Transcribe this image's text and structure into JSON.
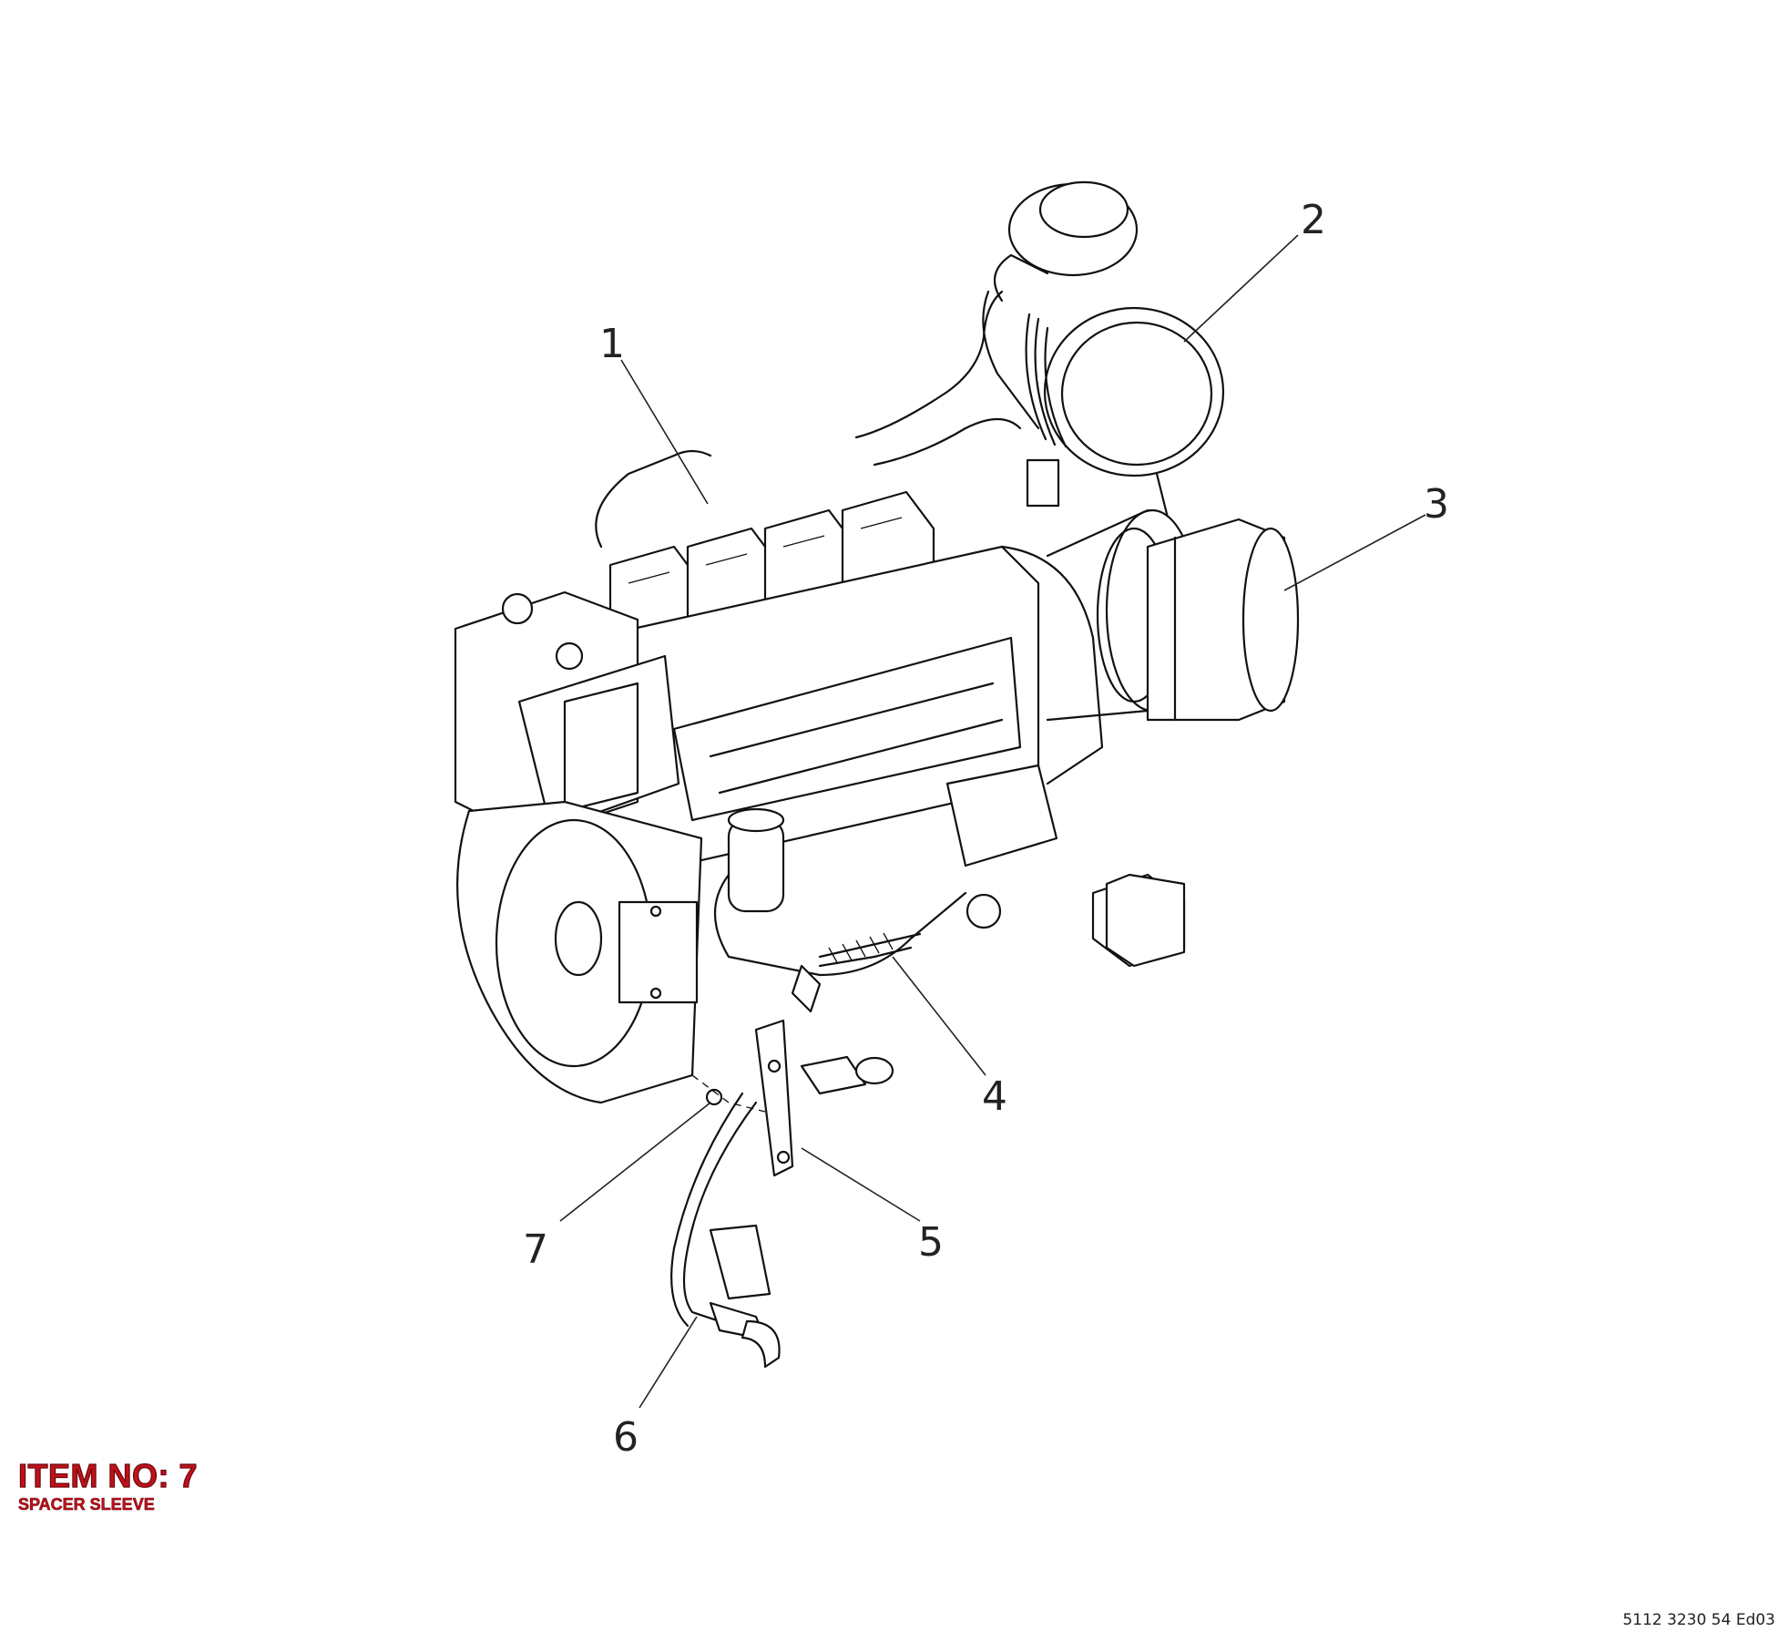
{
  "callouts": [
    {
      "id": "1",
      "label": "1"
    },
    {
      "id": "2",
      "label": "2"
    },
    {
      "id": "3",
      "label": "3"
    },
    {
      "id": "4",
      "label": "4"
    },
    {
      "id": "5",
      "label": "5"
    },
    {
      "id": "6",
      "label": "6"
    },
    {
      "id": "7",
      "label": "7"
    }
  ],
  "item": {
    "title": "ITEM NO: 7",
    "name": "SPACER SLEEVE"
  },
  "document_number": "5112 3230 54 Ed03",
  "colors": {
    "item_text": "#c0111a",
    "line_art": "#111111"
  }
}
